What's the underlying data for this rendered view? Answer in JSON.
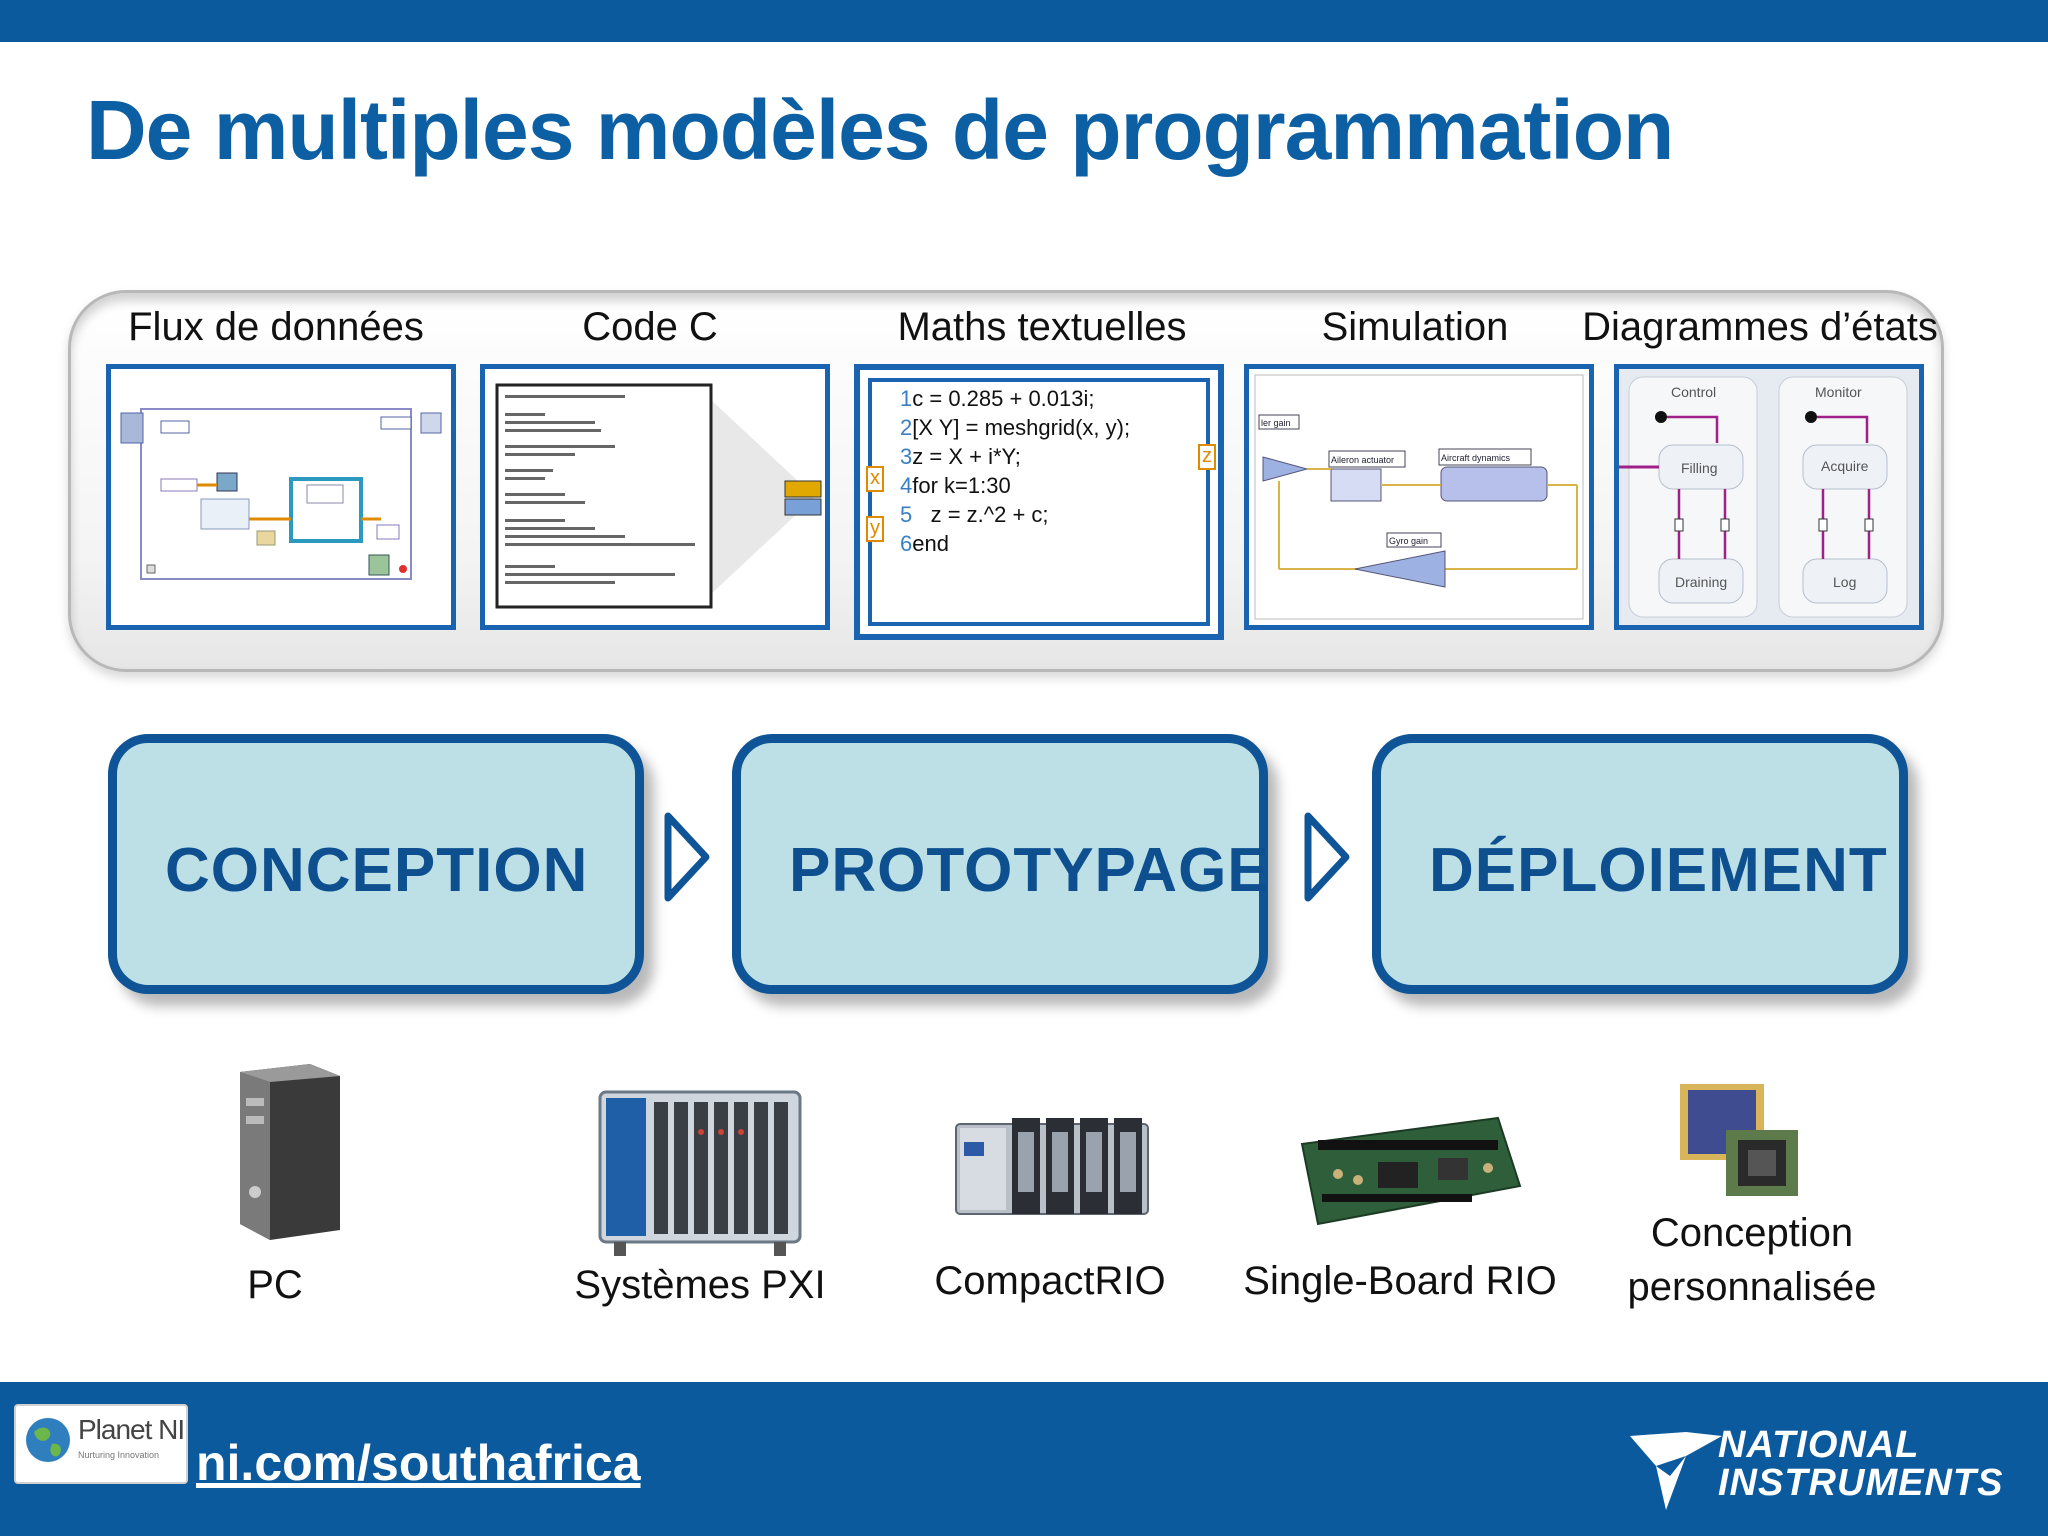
{
  "slide": {
    "title": "De multiples modèles de programmation",
    "brand_color": "#0b5a9e"
  },
  "models": [
    {
      "label": "Flux de données",
      "icon": "dataflow-diagram-icon"
    },
    {
      "label": "Code C",
      "icon": "c-code-icon"
    },
    {
      "label": "Maths textuelles",
      "icon": "textual-math-icon"
    },
    {
      "label": "Simulation",
      "icon": "simulation-diagram-icon"
    },
    {
      "label": "Diagrammes d’états",
      "icon": "statechart-icon"
    }
  ],
  "math_code": {
    "lines": [
      {
        "n": "1",
        "code": "c = 0.285 + 0.013i;"
      },
      {
        "n": "2",
        "code": "[X Y] = meshgrid(x, y);"
      },
      {
        "n": "3",
        "code": "z = X + i*Y;"
      },
      {
        "n": "4",
        "code": "for k=1:30"
      },
      {
        "n": "5",
        "code": "   z = z.^2 + c;"
      },
      {
        "n": "6",
        "code": "end"
      }
    ],
    "inputs": [
      "x",
      "y"
    ],
    "output": "z"
  },
  "simulation": {
    "blocks": [
      "ler gain",
      "Aileron actuator",
      "Aircraft dynamics",
      "Gyro gain"
    ]
  },
  "statechart": {
    "states": [
      "Control",
      "Monitor",
      "Filling",
      "Acquire",
      "Draining",
      "Log"
    ]
  },
  "stages": [
    {
      "label": "CONCEPTION"
    },
    {
      "label": "PROTOTYPAGE"
    },
    {
      "label": "DÉPLOIEMENT"
    }
  ],
  "hardware": [
    {
      "label": "PC",
      "icon": "pc-tower-icon"
    },
    {
      "label": "Systèmes PXI",
      "icon": "pxi-chassis-icon"
    },
    {
      "label": "CompactRIO",
      "icon": "compactrio-icon"
    },
    {
      "label": "Single-Board RIO",
      "icon": "single-board-rio-icon"
    },
    {
      "label_line1": "Conception",
      "label_line2": "personnalisée",
      "icon": "custom-chip-icon"
    }
  ],
  "footer": {
    "url": "ni.com/southafrica",
    "planet_logo": "Planet NI",
    "planet_sub": "Nurturing Innovation",
    "company_line1": "NATIONAL",
    "company_line2": "INSTRUMENTS"
  }
}
